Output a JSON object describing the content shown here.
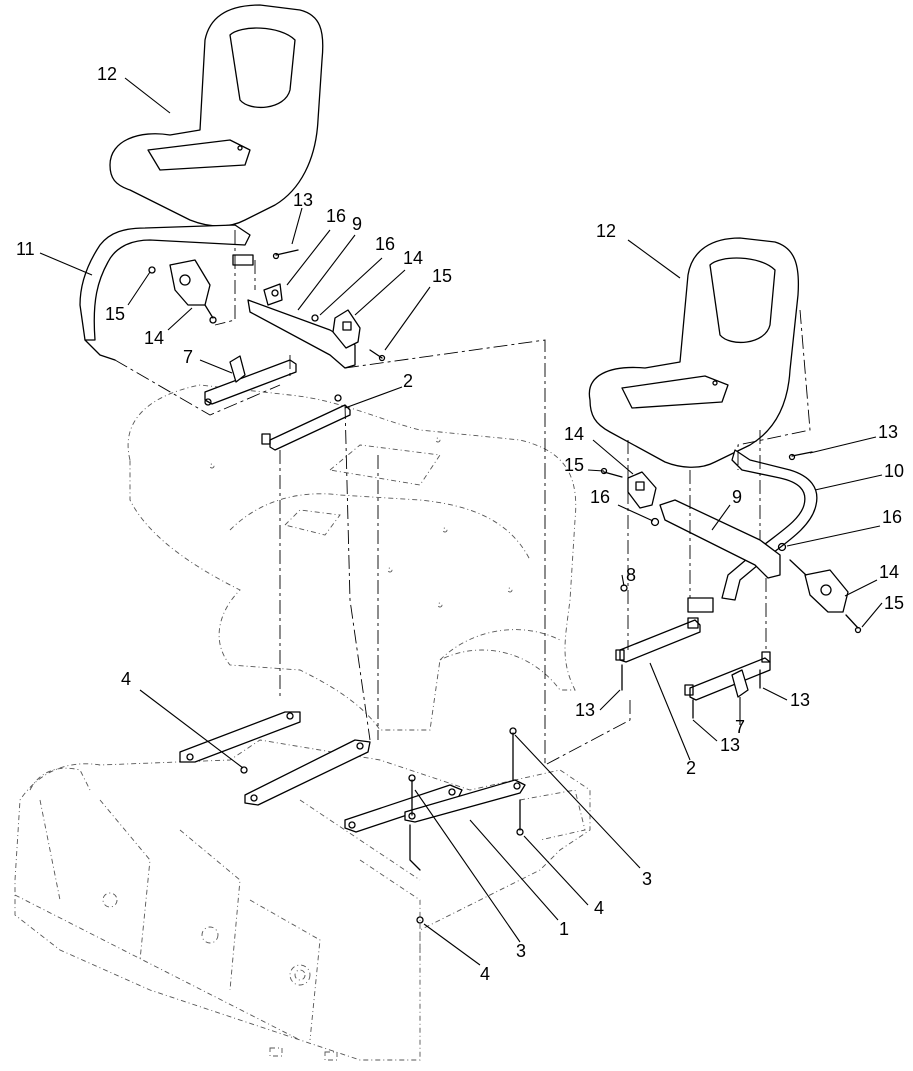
{
  "callouts": [
    {
      "id": "c12a",
      "text": "12"
    },
    {
      "id": "c11",
      "text": "11"
    },
    {
      "id": "c13a",
      "text": "13"
    },
    {
      "id": "c16a",
      "text": "16"
    },
    {
      "id": "c9a",
      "text": "9"
    },
    {
      "id": "c16b",
      "text": "16"
    },
    {
      "id": "c14a",
      "text": "14"
    },
    {
      "id": "c15a",
      "text": "15"
    },
    {
      "id": "c15b",
      "text": "15"
    },
    {
      "id": "c14b",
      "text": "14"
    },
    {
      "id": "c7a",
      "text": "7"
    },
    {
      "id": "c2a",
      "text": "2"
    },
    {
      "id": "c12b",
      "text": "12"
    },
    {
      "id": "c13b",
      "text": "13"
    },
    {
      "id": "c10",
      "text": "10"
    },
    {
      "id": "c14c",
      "text": "14"
    },
    {
      "id": "c15c",
      "text": "15"
    },
    {
      "id": "c16c",
      "text": "16"
    },
    {
      "id": "c9b",
      "text": "9"
    },
    {
      "id": "c16d",
      "text": "16"
    },
    {
      "id": "c8",
      "text": "8"
    },
    {
      "id": "c14d",
      "text": "14"
    },
    {
      "id": "c15d",
      "text": "15"
    },
    {
      "id": "c13c",
      "text": "13"
    },
    {
      "id": "c13d",
      "text": "13"
    },
    {
      "id": "c7b",
      "text": "7"
    },
    {
      "id": "c13e",
      "text": "13"
    },
    {
      "id": "c2b",
      "text": "2"
    },
    {
      "id": "c4a",
      "text": "4"
    },
    {
      "id": "c3a",
      "text": "3"
    },
    {
      "id": "c4b",
      "text": "4"
    },
    {
      "id": "c1",
      "text": "1"
    },
    {
      "id": "c3b",
      "text": "3"
    },
    {
      "id": "c4c",
      "text": "4"
    }
  ]
}
